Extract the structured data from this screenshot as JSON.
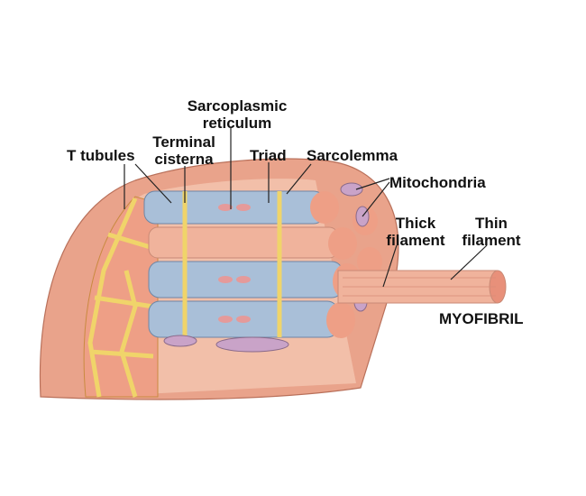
{
  "labels": {
    "sarcoplasmic_reticulum": [
      "Sarcoplasmic",
      "reticulum"
    ],
    "t_tubules": "T tubules",
    "terminal_cisterna": [
      "Terminal",
      "cisterna"
    ],
    "triad": "Triad",
    "sarcolemma": "Sarcolemma",
    "mitochondria": "Mitochondria",
    "thick_filament": [
      "Thick",
      "filament"
    ],
    "thin_filament": [
      "Thin",
      "filament"
    ],
    "myofibril": "MYOFIBRIL"
  },
  "colors": {
    "sarcolemma": "#e9a38b",
    "myofibril": "#f0b39c",
    "reticulum": "#a9bfd8",
    "t_tubule": "#f3dc7c",
    "mitochondria": "#c9a3c8"
  }
}
